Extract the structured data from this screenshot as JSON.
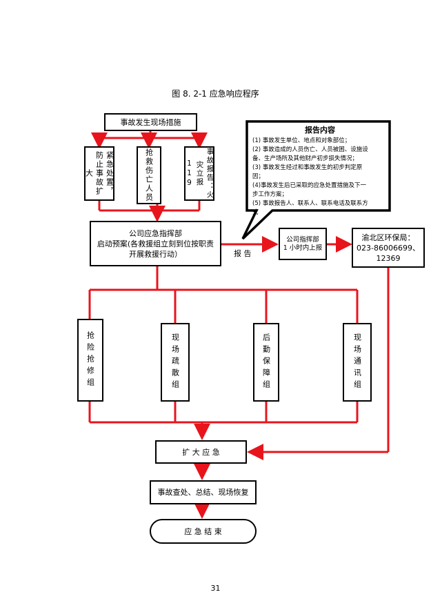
{
  "caption": "图 8. 2-1   应急响应程序",
  "page_number": "31",
  "nodes": {
    "event": "事故发生现场措施",
    "col1": "紧急处置，防止事故扩大",
    "col2": "抢救伤亡人员",
    "col3": "事故报告：火灾立报119",
    "hq": "公司应急指挥部\n启动预案(各救援组立刻到位按职责开展救援行动）",
    "report_label": "报  告",
    "hq_report": "公司指挥部\n1 小时内上报",
    "epb": "渝北区环保局：\n023-86006699、12369",
    "team1": "抢险抢修组",
    "team2": "现场疏散组",
    "team3": "后勤保障组",
    "team4": "现场通讯组",
    "expand": "扩  大  应  急",
    "aftermath": "事故查处、总结、现场恢复",
    "end": "应  急  结  束"
  },
  "report_content": {
    "title": "报告内容",
    "items": [
      "(1) 事故发生单位、地点和对象部位；",
      "(2) 事故造成的人员伤亡、人员被困、设施设",
      "备、生产场所及其他财产初步损失情况；",
      "(3) 事故发生经过和事故发生的初步判定原",
      "因；",
      "(4)事故发生后已采取的应急处置措施及下一",
      "步工作方案；",
      "(5) 事故报告人、联系人、联系电话及联系方",
      "式"
    ]
  },
  "colors": {
    "connector": "#e8141c",
    "border": "#000000"
  }
}
